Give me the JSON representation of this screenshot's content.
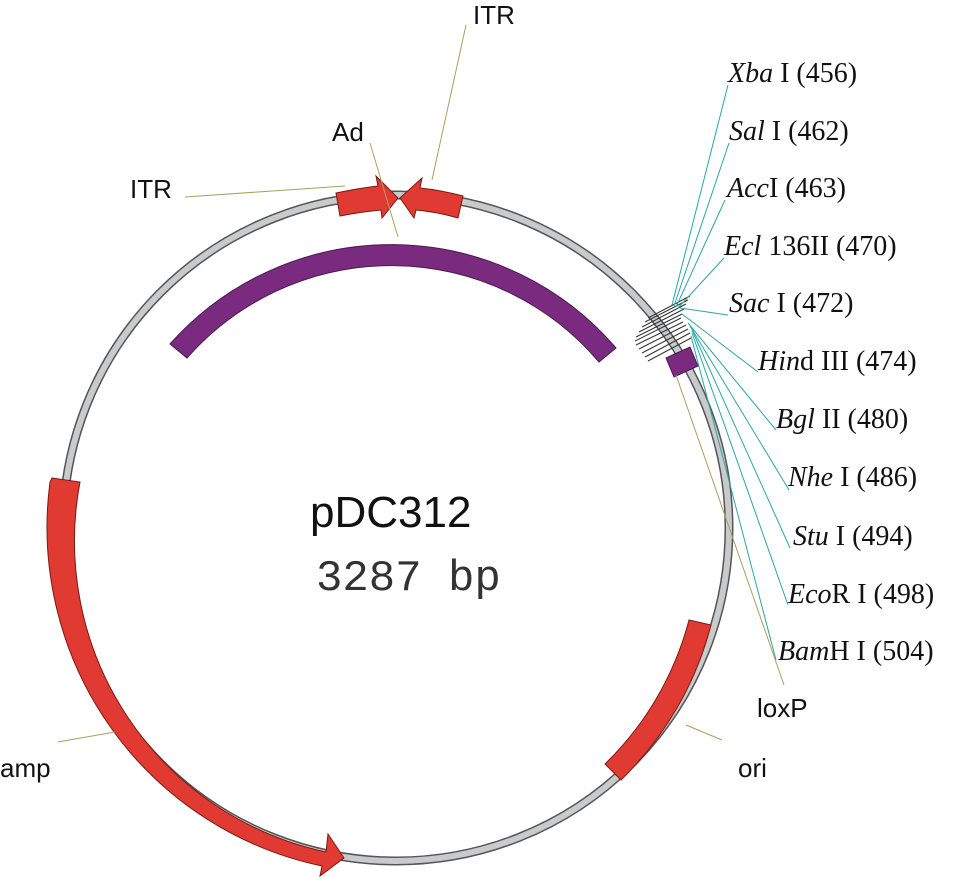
{
  "plasmid": {
    "name": "pDC312",
    "size_label": "3287 bp",
    "colors": {
      "backbone": "#c8cacb",
      "backbone_stroke": "#555555",
      "red_feature": "#e03a33",
      "purple_feature": "#7a2a7f",
      "label_line": "#a8a060",
      "site_line": "#2aa5a5"
    }
  },
  "features": [
    {
      "label": "ITR",
      "type": "arrow",
      "strand": "forward",
      "position": "top-left"
    },
    {
      "label": "ITR",
      "type": "arrow",
      "strand": "reverse",
      "position": "top-right"
    },
    {
      "label": "Ad",
      "type": "arc",
      "position": "top-inner"
    },
    {
      "label": "loxP",
      "type": "box",
      "position": "right"
    },
    {
      "label": "ori",
      "type": "arc",
      "position": "bottom-right"
    },
    {
      "label": "amp",
      "type": "arrow",
      "strand": "forward",
      "position": "left"
    }
  ],
  "restriction_sites": [
    {
      "italic": "Xba",
      "rest": " I (456)"
    },
    {
      "italic": "Sal",
      "rest": " I (462)"
    },
    {
      "italic": "Acc",
      "rest": "I (463)"
    },
    {
      "italic": "Ecl",
      "rest": " 136II (470)"
    },
    {
      "italic": "Sac",
      "rest": " I (472)"
    },
    {
      "italic": "Hin",
      "rest": "d III (474)"
    },
    {
      "italic": "Bgl",
      "rest": " II (480)"
    },
    {
      "italic": "Nhe",
      "rest": " I (486)"
    },
    {
      "italic": "Stu",
      "rest": " I (494)"
    },
    {
      "italic": "Eco",
      "rest": "R I (498)"
    },
    {
      "italic": "Bam",
      "rest": "H I (504)"
    }
  ]
}
